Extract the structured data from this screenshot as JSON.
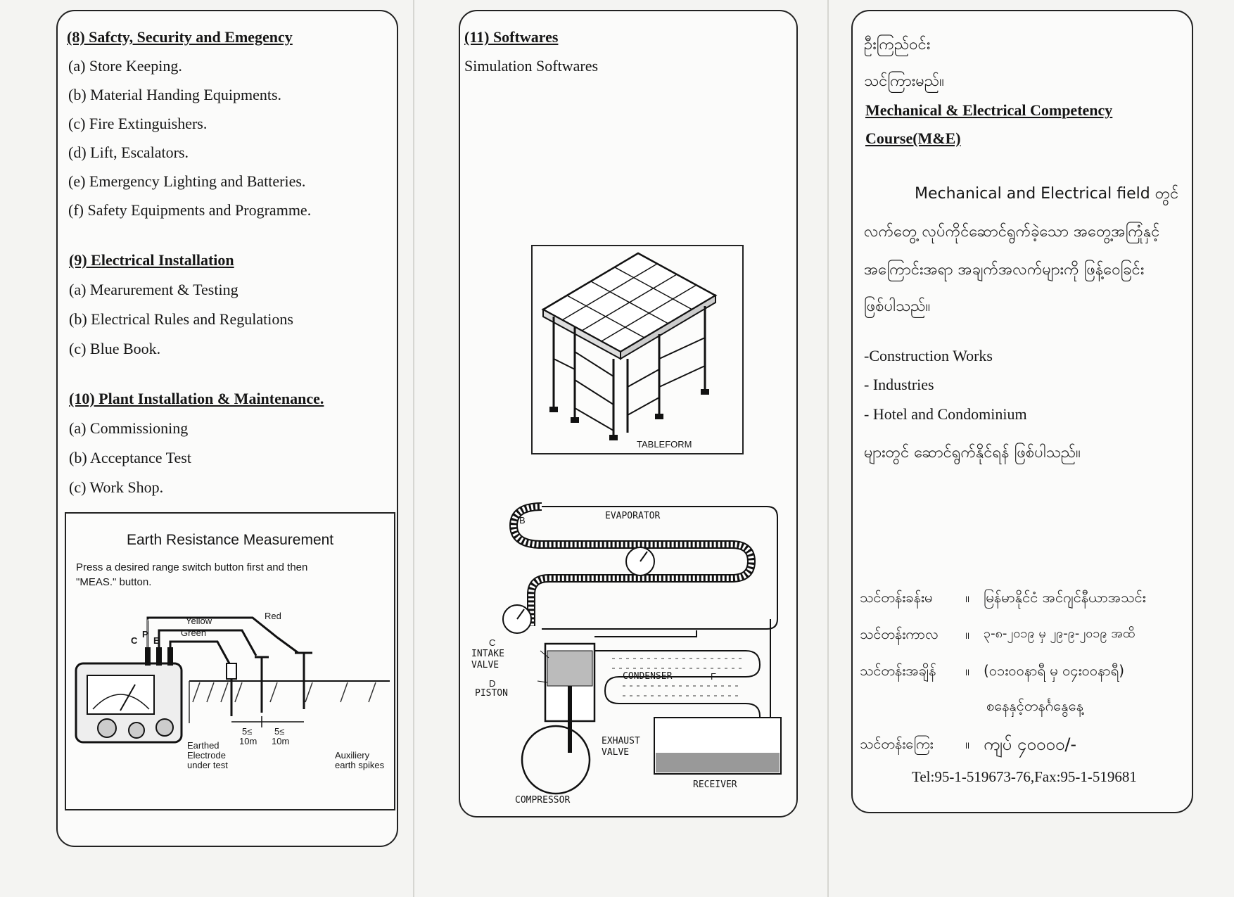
{
  "panel1": {
    "s8": {
      "heading": "(8) Safcty, Security and Emegency",
      "items": [
        "(a) Store Keeping.",
        "(b) Material Handing Equipments.",
        "(c) Fire Extinguishers.",
        "(d) Lift, Escalators.",
        "(e) Emergency Lighting and Batteries.",
        "(f) Safety Equipments and Programme."
      ]
    },
    "s9": {
      "heading": "(9) Electrical Installation",
      "items": [
        "(a) Mearurement & Testing",
        "(b) Electrical Rules and Regulations",
        "(c) Blue Book."
      ]
    },
    "s10": {
      "heading": "(10) Plant Installation & Maintenance.",
      "items": [
        "(a) Commissioning",
        "(b) Acceptance Test",
        "(c) Work Shop."
      ]
    },
    "earth": {
      "title": "Earth Resistance Measurement",
      "text1": "Press a desired range switch button first and then",
      "text2": "\"MEAS.\" button.",
      "yellow": "Yellow",
      "red": "Red",
      "green": "Green",
      "c": "C",
      "p": "P",
      "e": "E",
      "d1": "5≤",
      "d2": "10m",
      "d3": "5≤",
      "d4": "10m",
      "earthed1": "Earthed",
      "earthed2": "Electrode",
      "earthed3": "under test",
      "aux1": "Auxiliery",
      "aux2": "earth spikes"
    }
  },
  "panel2": {
    "heading": "(11) Softwares",
    "sub": "Simulation Softwares",
    "tableform": "TABLEFORM",
    "refrig": {
      "evaporator": "EVAPORATOR",
      "b": "B",
      "c": "C",
      "intake1": "INTAKE",
      "intake2": "VALVE",
      "d": "D",
      "piston": "PISTON",
      "condenser": "CONDENSER",
      "f": "F",
      "exhaust1": "EXHAUST",
      "exhaust2": "VALVE",
      "compressor": "COMPRESSOR",
      "receiver": "RECEIVER"
    }
  },
  "panel3": {
    "l1": "ဦးကြည်ဝင်း",
    "l2": "သင်ကြားမည်။",
    "course1": "Mechanical & Electrical Competency",
    "course2": "Course(M&E)",
    "p1": "Mechanical and Electrical field တွင်",
    "p2": "လက်တွေ့ လုပ်ကိုင်ဆောင်ရွက်ခဲ့သော အတွေ့အကြုံနှင့်",
    "p3": "အကြောင်းအရာ အချက်အလက်များကို ဖြန့်ဝေခြင်း",
    "p4": "ဖြစ်ပါသည်။",
    "list": [
      "-Construction Works",
      "- Industries",
      "- Hotel and Condominium"
    ],
    "p5": "များတွင် ဆောင်ရွက်နိုင်ရန် ဖြစ်ပါသည်။",
    "venue_label": "သင်တန်းခန်းမ",
    "venue": "မြန်မာနိုင်ငံ အင်ဂျင်နီယာအသင်း",
    "period_label": "သင်တန်းကာလ",
    "period": "၃-၈-၂၀၁၉ မှ ၂၉-၉-၂၀၁၉ အထိ",
    "time_label": "သင်တန်းအချိန်",
    "time": "(၀၁း၀၀နာရီ မှ ၀၄း၀၀နာရီ)",
    "days": "စနေနှင့်တနင်္ဂနွေနေ့",
    "fee_label": "သင်တန်းကြေး",
    "fee": "ကျပ် ၄၀၀၀၀/-",
    "sep": "။",
    "contact": "Tel:95-1-519673-76,Fax:95-1-519681"
  }
}
